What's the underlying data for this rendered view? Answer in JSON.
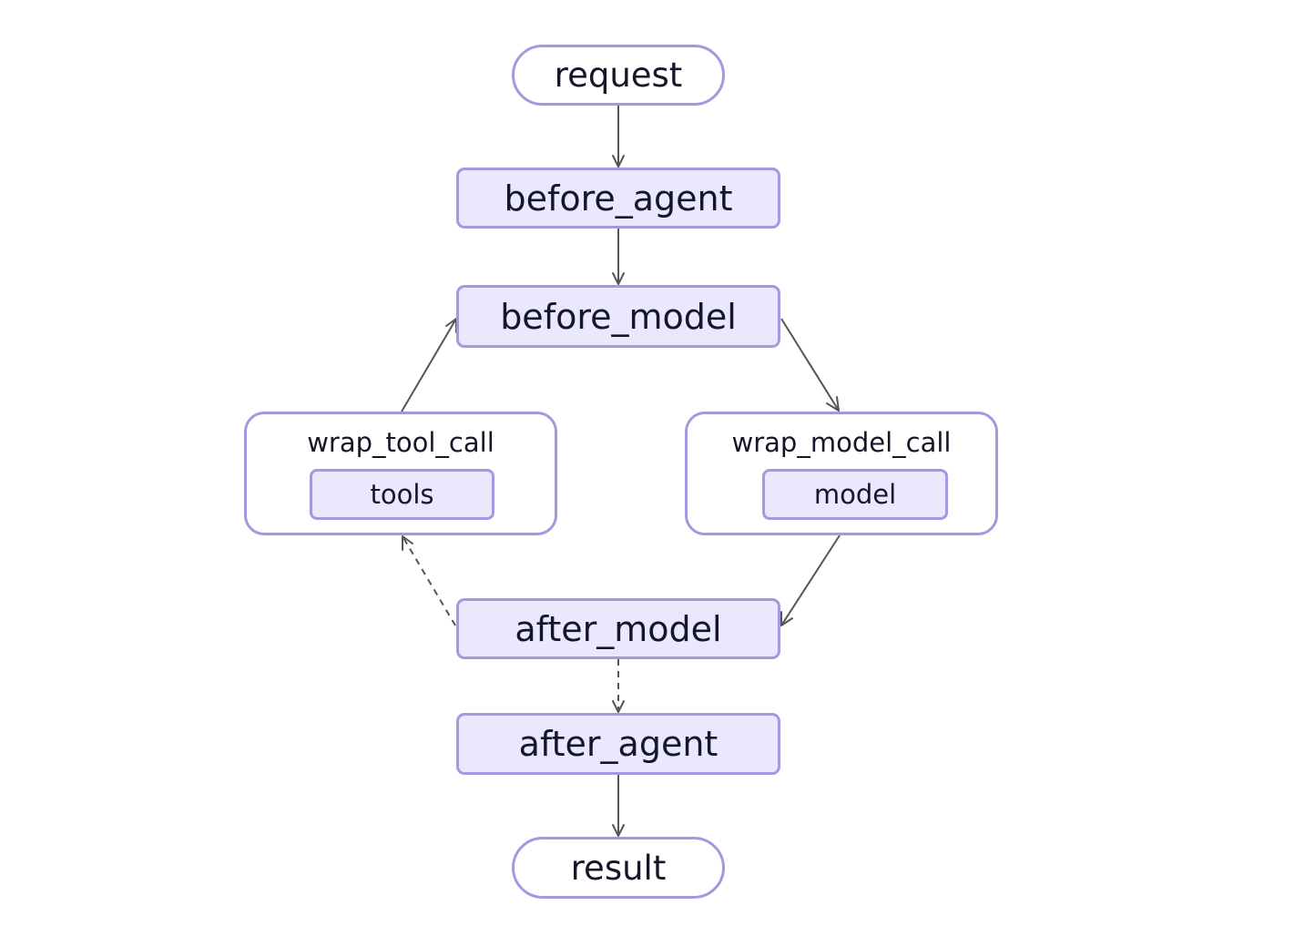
{
  "nodes": {
    "request": "request",
    "before_agent": "before_agent",
    "before_model": "before_model",
    "wrap_tool_call": "wrap_tool_call",
    "tools": "tools",
    "wrap_model_call": "wrap_model_call",
    "model": "model",
    "after_model": "after_model",
    "after_agent": "after_agent",
    "result": "result"
  },
  "edges": [
    {
      "from": "request",
      "to": "before_agent",
      "style": "solid"
    },
    {
      "from": "before_agent",
      "to": "before_model",
      "style": "solid"
    },
    {
      "from": "before_model",
      "to": "wrap_model_call",
      "style": "solid"
    },
    {
      "from": "wrap_model_call",
      "to": "after_model",
      "style": "solid"
    },
    {
      "from": "after_model",
      "to": "wrap_tool_call",
      "style": "dashed"
    },
    {
      "from": "wrap_tool_call",
      "to": "before_model",
      "style": "solid"
    },
    {
      "from": "after_model",
      "to": "after_agent",
      "style": "dashed"
    },
    {
      "from": "after_agent",
      "to": "result",
      "style": "solid"
    }
  ],
  "colors": {
    "node_border": "#a399e0",
    "node_fill": "#e9e8fc",
    "edge": "#555555"
  }
}
